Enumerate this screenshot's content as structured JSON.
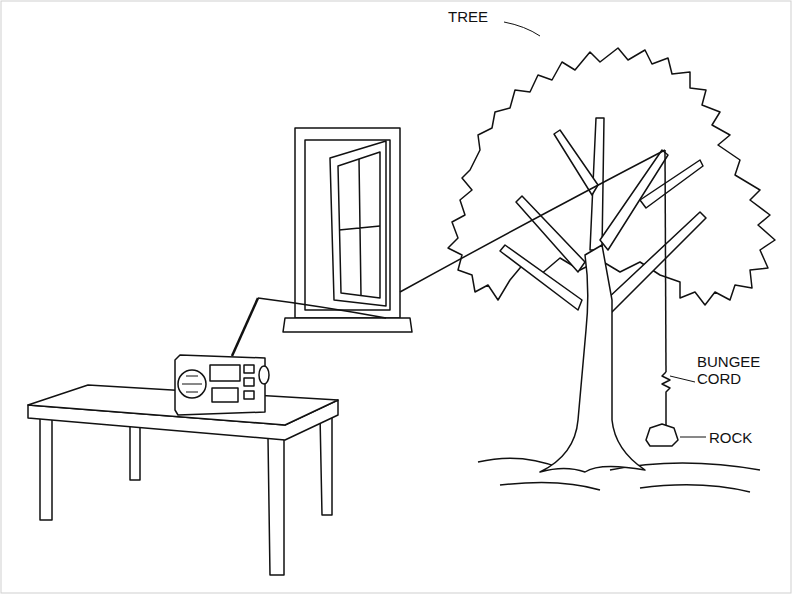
{
  "diagram": {
    "labels": [
      "TREE",
      "BUNGEE CORD",
      "ROCK"
    ]
  }
}
